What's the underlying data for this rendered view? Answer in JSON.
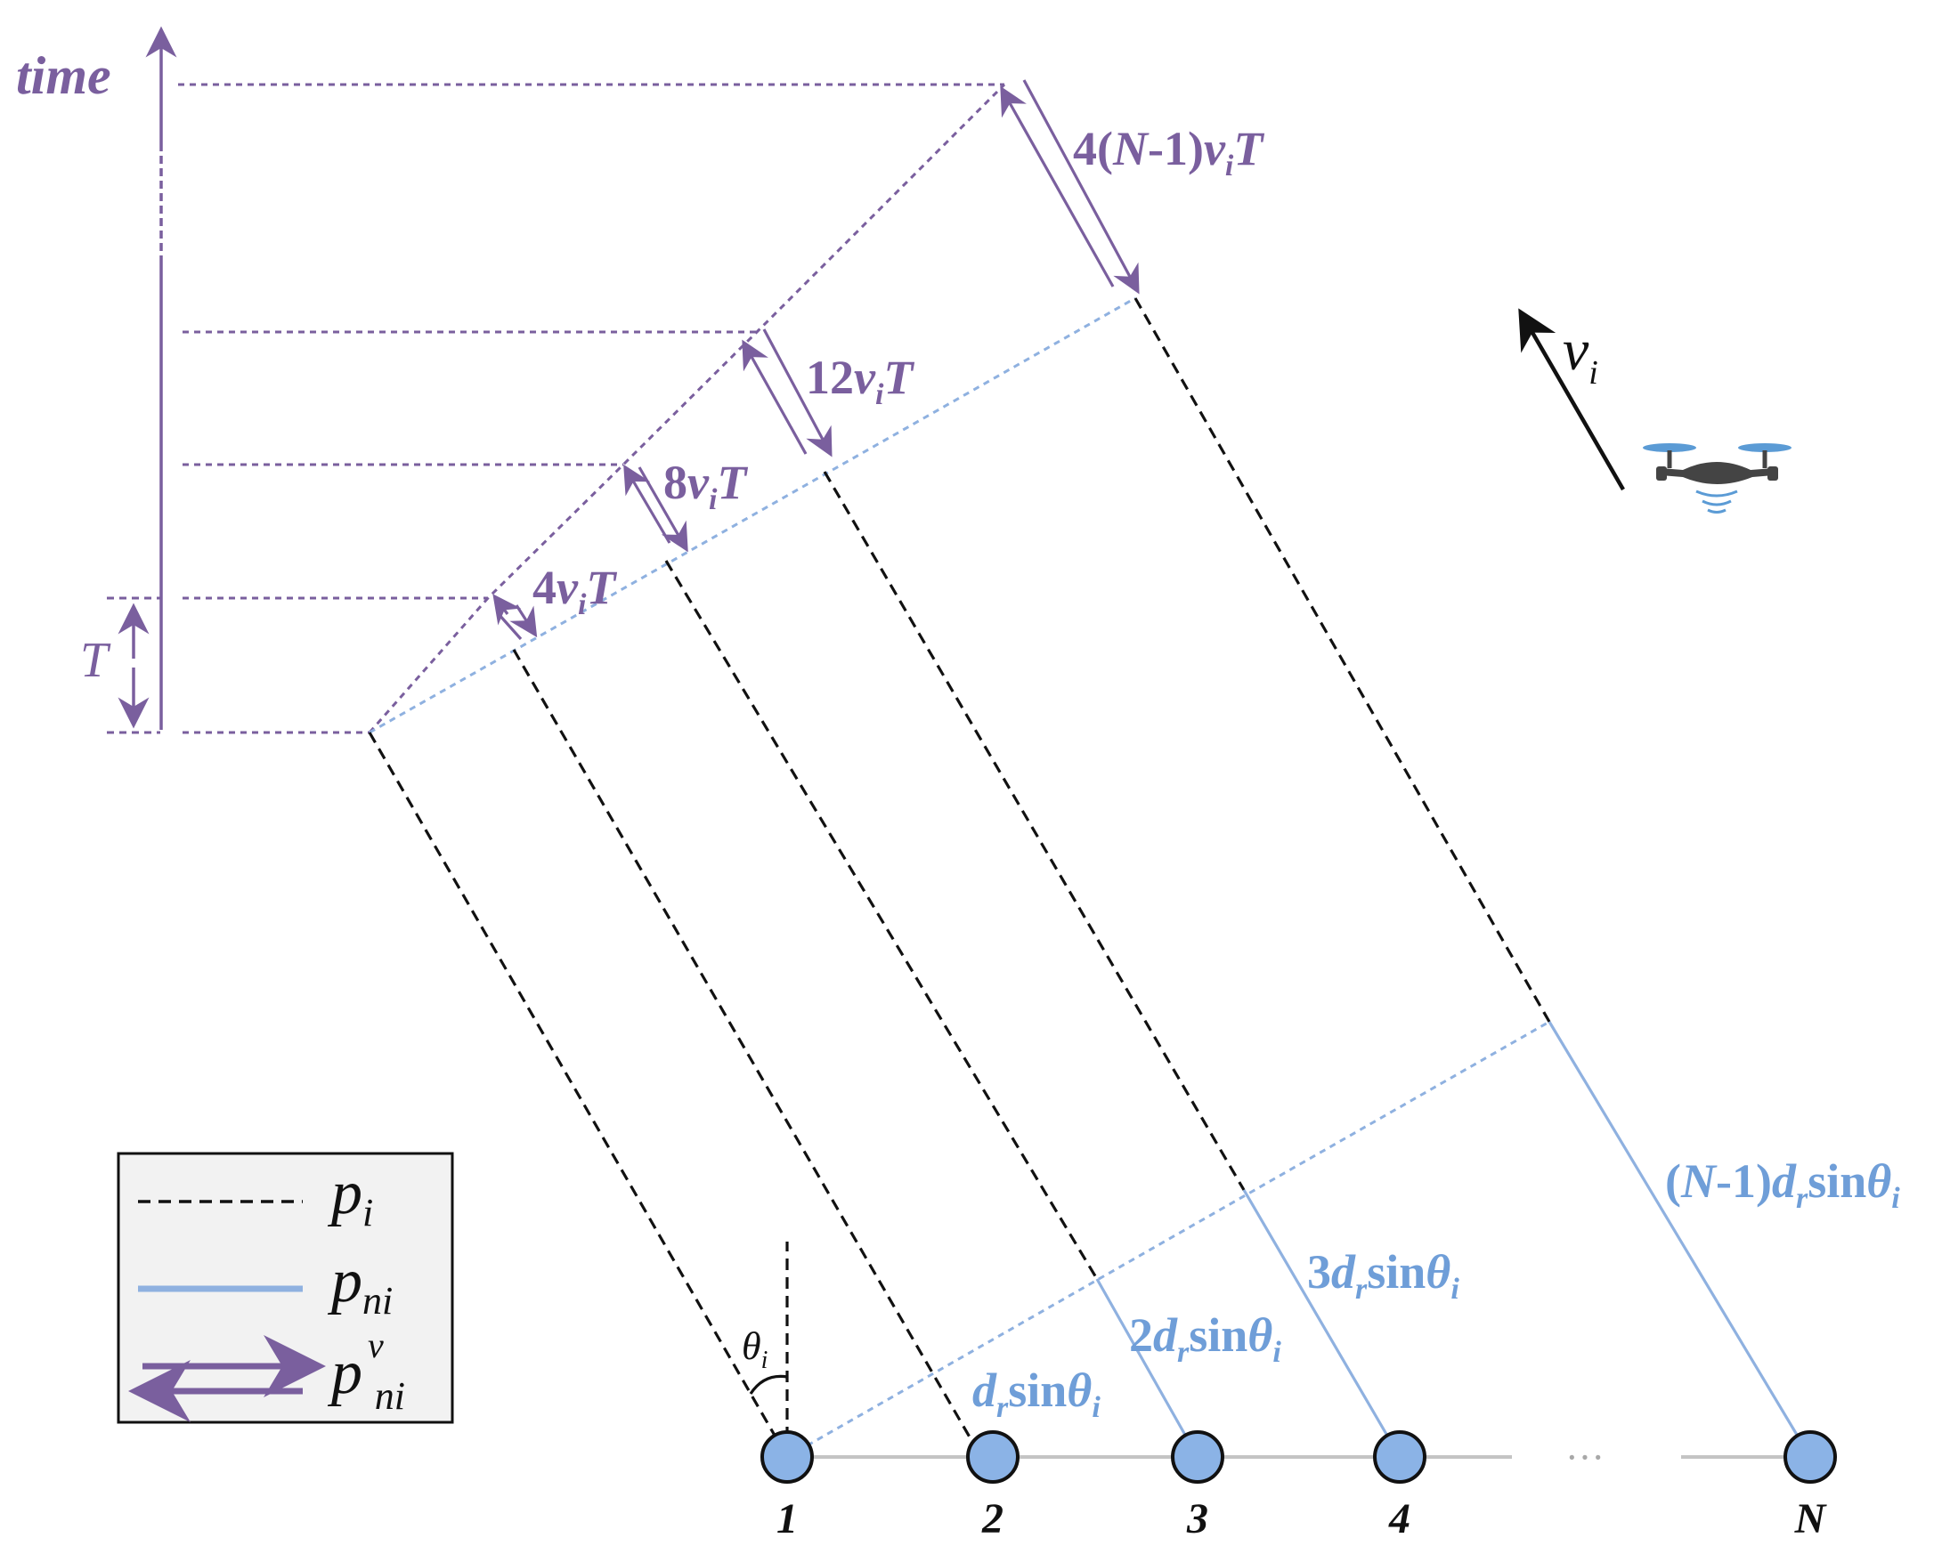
{
  "colors": {
    "purple": "#7a5f9e",
    "blue": "#8fb1e0",
    "blue_text": "#6f9ed8",
    "black": "#111111",
    "node_fill": "#8bb3e6",
    "legend_bg": "#f2f2f2"
  },
  "axis": {
    "label": "time",
    "interval_label": "T"
  },
  "delays": {
    "d1": {
      "coef": "4",
      "v": "v",
      "sub": "i",
      "t": "T"
    },
    "d2": {
      "coef": "8",
      "v": "v",
      "sub": "i",
      "t": "T"
    },
    "d3": {
      "coef": "12",
      "v": "v",
      "sub": "i",
      "t": "T"
    },
    "dN": {
      "pre": "4(",
      "n": "N",
      "post": "-1)",
      "v": "v",
      "sub": "i",
      "t": "T"
    }
  },
  "paths": {
    "p1": {
      "pre": "",
      "d": "d",
      "sub": "r",
      "sin": "sin",
      "theta": "θ",
      "tsub": "i"
    },
    "p2": {
      "pre": "2",
      "d": "d",
      "sub": "r",
      "sin": "sin",
      "theta": "θ",
      "tsub": "i"
    },
    "p3": {
      "pre": "3",
      "d": "d",
      "sub": "r",
      "sin": "sin",
      "theta": "θ",
      "tsub": "i"
    },
    "pN": {
      "pre": "(",
      "n": "N",
      "post": "-1)",
      "d": "d",
      "sub": "r",
      "sin": "sin",
      "theta": "θ",
      "tsub": "i"
    }
  },
  "angle": {
    "theta": "θ",
    "sub": "i"
  },
  "velocity": {
    "v": "v",
    "sub": "i"
  },
  "nodes": [
    "1",
    "2",
    "3",
    "4",
    "N"
  ],
  "ellipsis": "···",
  "legend": {
    "p_i": {
      "main": "p",
      "sub": "i"
    },
    "p_ni": {
      "main": "p",
      "sub": "ni"
    },
    "p_v_ni": {
      "main": "p",
      "sup": "v",
      "sub": "ni"
    }
  },
  "icons": [
    "drone-icon",
    "velocity-arrow-icon"
  ]
}
